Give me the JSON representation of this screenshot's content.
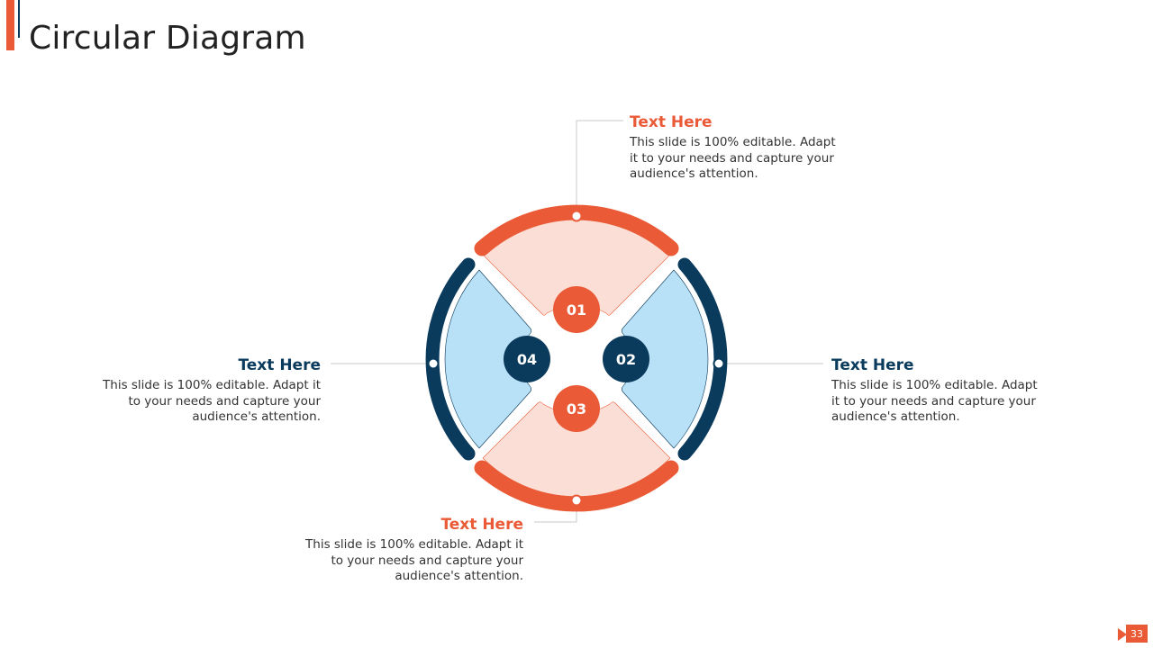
{
  "title": "Circular Diagram",
  "colors": {
    "orange": "#ea5a36",
    "navy": "#0b3b5c",
    "light_orange": "#fbdfd6",
    "light_blue": "#b8e0f7",
    "line": "#c9c9c9"
  },
  "segments": [
    {
      "number": "01",
      "heading": "Text Here",
      "body": "This slide is 100% editable. Adapt it to your needs and capture your audience's attention."
    },
    {
      "number": "02",
      "heading": "Text Here",
      "body": "This slide is 100% editable. Adapt it to your needs and capture your audience's attention."
    },
    {
      "number": "03",
      "heading": "Text Here",
      "body": "This slide is 100% editable. Adapt it to your needs and capture your audience's attention."
    },
    {
      "number": "04",
      "heading": "Text Here",
      "body": "This slide is 100% editable. Adapt it to your needs and capture your audience's attention."
    }
  ],
  "page_number": "33"
}
